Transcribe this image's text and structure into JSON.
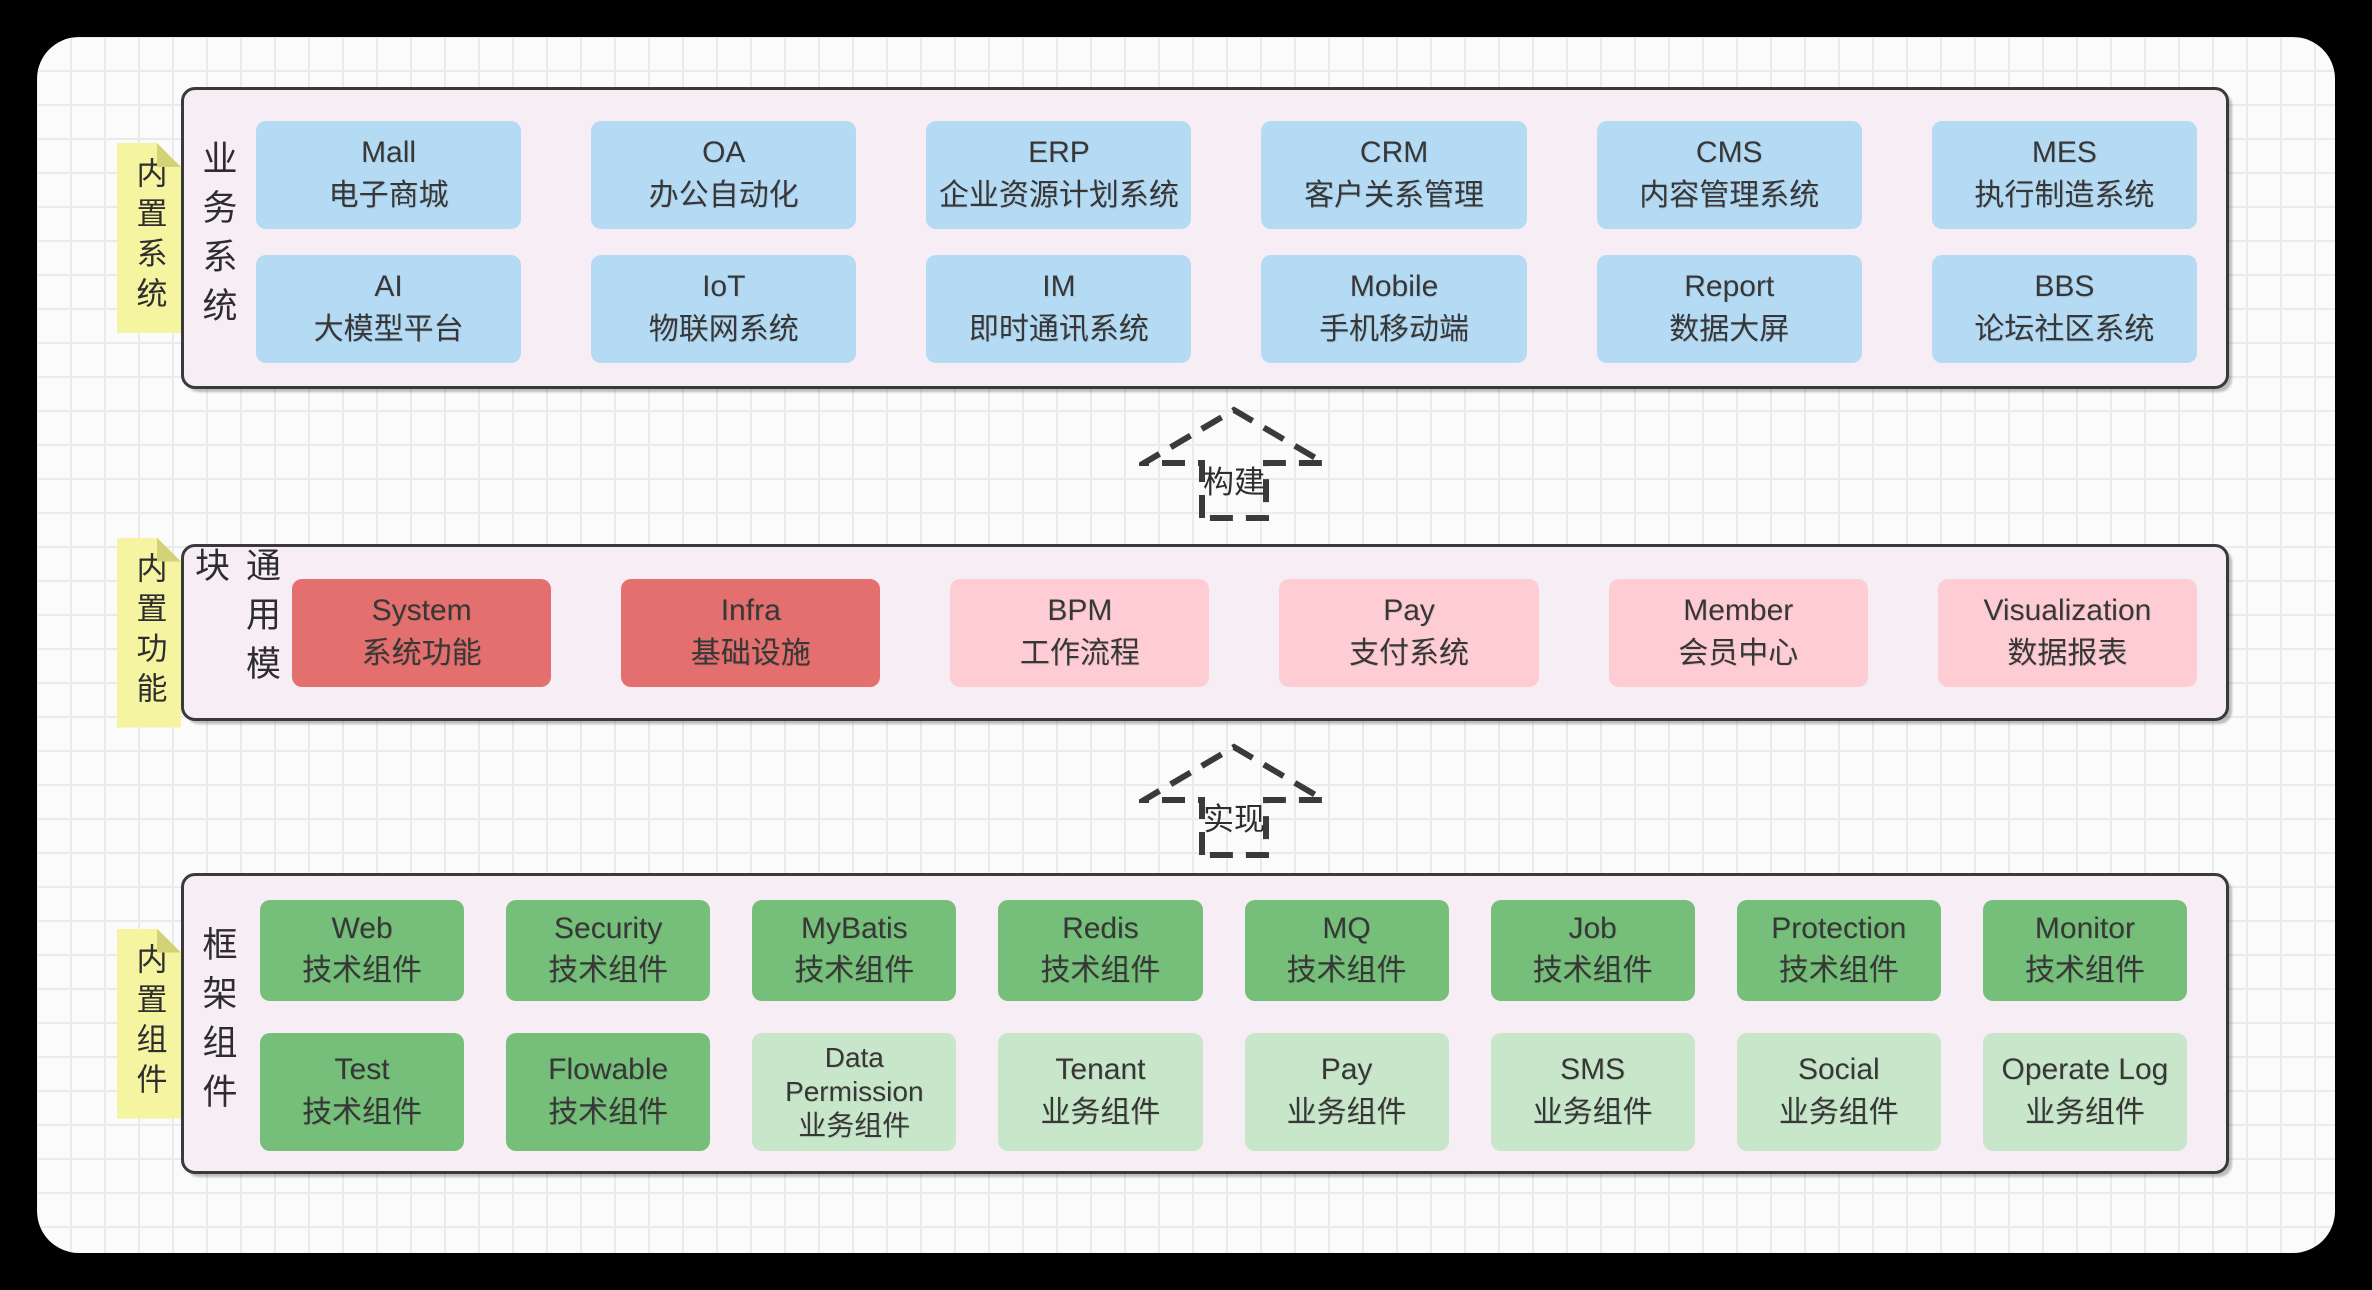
{
  "layers": [
    {
      "id": "business",
      "note": "内置系统",
      "label": "业务系统",
      "boxes": [
        {
          "en": "Mall",
          "zh": "电子商城",
          "variant": "blue"
        },
        {
          "en": "OA",
          "zh": "办公自动化",
          "variant": "blue"
        },
        {
          "en": "ERP",
          "zh": "企业资源计划系统",
          "variant": "blue"
        },
        {
          "en": "CRM",
          "zh": "客户关系管理",
          "variant": "blue"
        },
        {
          "en": "CMS",
          "zh": "内容管理系统",
          "variant": "blue"
        },
        {
          "en": "MES",
          "zh": "执行制造系统",
          "variant": "blue"
        },
        {
          "en": "AI",
          "zh": "大模型平台",
          "variant": "blue"
        },
        {
          "en": "IoT",
          "zh": "物联网系统",
          "variant": "blue"
        },
        {
          "en": "IM",
          "zh": "即时通讯系统",
          "variant": "blue"
        },
        {
          "en": "Mobile",
          "zh": "手机移动端",
          "variant": "blue"
        },
        {
          "en": "Report",
          "zh": "数据大屏",
          "variant": "blue"
        },
        {
          "en": "BBS",
          "zh": "论坛社区系统",
          "variant": "blue"
        }
      ]
    },
    {
      "id": "common",
      "note": "内置功能",
      "label": "通用模块",
      "boxes": [
        {
          "en": "System",
          "zh": "系统功能",
          "variant": "red"
        },
        {
          "en": "Infra",
          "zh": "基础设施",
          "variant": "red"
        },
        {
          "en": "BPM",
          "zh": "工作流程",
          "variant": "pink"
        },
        {
          "en": "Pay",
          "zh": "支付系统",
          "variant": "pink"
        },
        {
          "en": "Member",
          "zh": "会员中心",
          "variant": "pink"
        },
        {
          "en": "Visualization",
          "zh": "数据报表",
          "variant": "pink"
        }
      ]
    },
    {
      "id": "framework",
      "note": "内置组件",
      "label": "框架组件",
      "boxes": [
        {
          "en": "Web",
          "zh": "技术组件",
          "variant": "green"
        },
        {
          "en": "Security",
          "zh": "技术组件",
          "variant": "green"
        },
        {
          "en": "MyBatis",
          "zh": "技术组件",
          "variant": "green"
        },
        {
          "en": "Redis",
          "zh": "技术组件",
          "variant": "green"
        },
        {
          "en": "MQ",
          "zh": "技术组件",
          "variant": "green"
        },
        {
          "en": "Job",
          "zh": "技术组件",
          "variant": "green"
        },
        {
          "en": "Protection",
          "zh": "技术组件",
          "variant": "green"
        },
        {
          "en": "Monitor",
          "zh": "技术组件",
          "variant": "green"
        },
        {
          "en": "Test",
          "zh": "技术组件",
          "variant": "green"
        },
        {
          "en": "Flowable",
          "zh": "技术组件",
          "variant": "green"
        },
        {
          "en": "Data Permission",
          "zh": "业务组件",
          "variant": "green-light",
          "small": true
        },
        {
          "en": "Tenant",
          "zh": "业务组件",
          "variant": "green-light"
        },
        {
          "en": "Pay",
          "zh": "业务组件",
          "variant": "green-light"
        },
        {
          "en": "SMS",
          "zh": "业务组件",
          "variant": "green-light"
        },
        {
          "en": "Social",
          "zh": "业务组件",
          "variant": "green-light"
        },
        {
          "en": "Operate Log",
          "zh": "业务组件",
          "variant": "green-light"
        }
      ]
    }
  ],
  "arrows": [
    {
      "label": "构建"
    },
    {
      "label": "实现"
    }
  ],
  "colors": {
    "frame": "#000000",
    "canvas_bg": "#fbfbfb",
    "grid_line": "#ebebeb",
    "container_bg": "#f6eef4",
    "container_border": "#3a3a3a",
    "box_blue": "#b5daf4",
    "box_red": "#e3706e",
    "box_pink": "#fdcdd3",
    "box_green": "#76bf7a",
    "box_green_light": "#c8e6c9",
    "note_yellow": "#f5f4a1",
    "note_fold": "#d3d277",
    "arrow_dash": "#3a3a3a",
    "text": "#373737"
  }
}
